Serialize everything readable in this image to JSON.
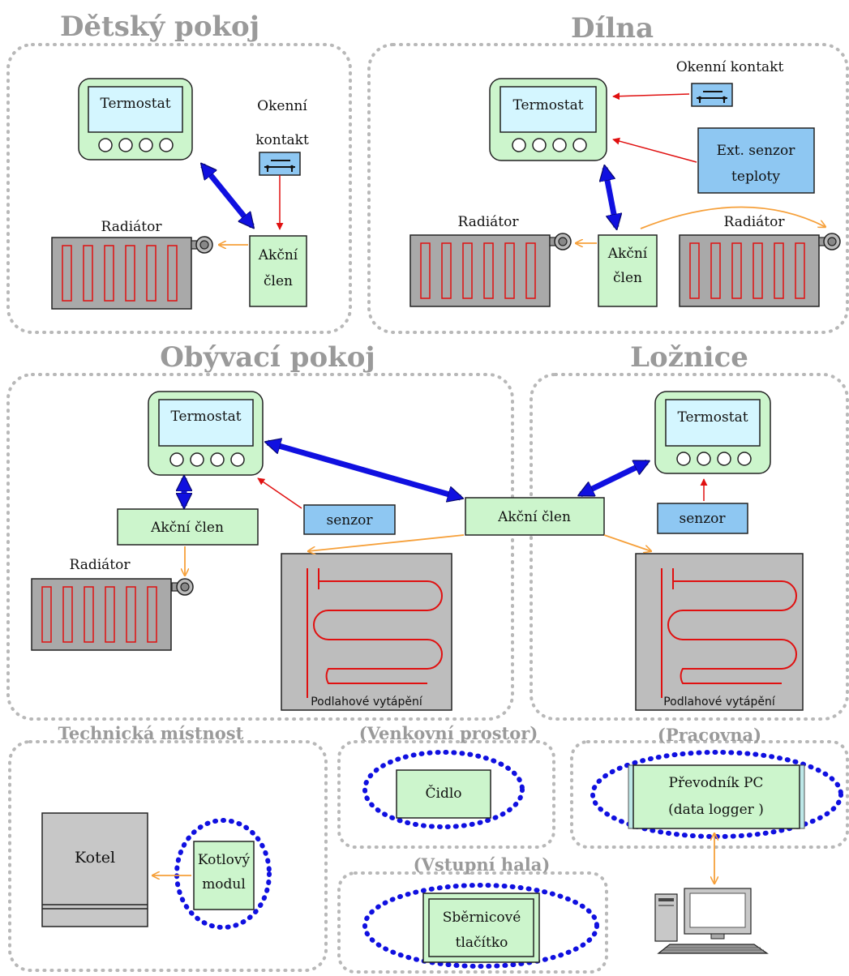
{
  "rooms": {
    "detsky_pokoj": "Dětský pokoj",
    "dilna": "Dílna",
    "obyvaci_pokoj": "Obývací pokoj",
    "loznice": "Ložnice",
    "technicka": "Technická místnost",
    "venkovni": "(Venkovní prostor)",
    "pracovna": "(Pracovna)",
    "vstupni": "(Vstupní hala)"
  },
  "labels": {
    "termostat": "Termostat",
    "okenni_kontakt_line1": "Okenní",
    "okenni_kontakt_line2": "kontakt",
    "okenni_kontakt": "Okenní kontakt",
    "radiator": "Radiátor",
    "akcni_line1": "Akční",
    "akcni_line2": "člen",
    "akcni_clen": "Akční člen",
    "ext_senzor_line1": "Ext. senzor",
    "ext_senzor_line2": "teploty",
    "senzor": "senzor",
    "podlahove": "Podlahové vytápění",
    "cidlo": "Čidlo",
    "prevodnik_line1": "Převodník PC",
    "prevodnik_line2": "(data logger )",
    "kotel": "Kotel",
    "kotlovy_line1": "Kotlový",
    "kotlovy_line2": "modul",
    "sbernicove_line1": "Sběrnicové",
    "sbernicove_line2": "tlačítko"
  },
  "colors": {
    "green_device": "#ccf5cc",
    "blue_device": "#8ec7f2",
    "bus_link": "#1010e0",
    "signal_arrow": "#e01010",
    "heat_arrow": "#f6a03a",
    "room_border": "#b8b8b8"
  }
}
